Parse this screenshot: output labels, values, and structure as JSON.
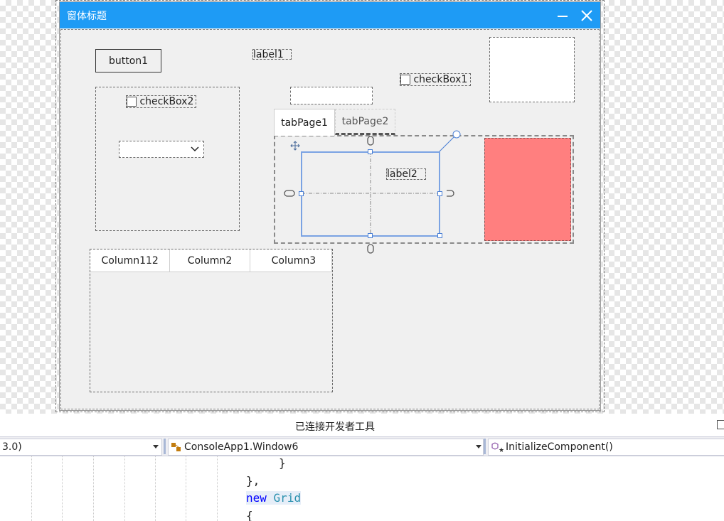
{
  "window": {
    "title": "窗体标题",
    "minimize_glyph": "—",
    "close_glyph": "✕"
  },
  "controls": {
    "button1": "button1",
    "label1": "label1",
    "checkbox1": "checkBox1",
    "checkbox2": "checkBox2",
    "label2": "label2"
  },
  "tabs": [
    {
      "label": "tabPage1",
      "selected": true
    },
    {
      "label": "tabPage2",
      "selected": false
    }
  ],
  "grid": {
    "columns": [
      "Column112",
      "Column2",
      "Column3"
    ]
  },
  "colors": {
    "titlebar": "#1e9bf5",
    "panel_fill": "#ff7f7f",
    "selection": "#4a7fd4"
  },
  "status": {
    "text": "已连接开发者工具"
  },
  "navbar": {
    "project": "3.0)",
    "class": "ConsoleApp1.Window6",
    "member": "InitializeComponent()"
  },
  "code": {
    "line1": "}",
    "line2": "},",
    "line3_keyword": "new",
    "line3_type": "Grid",
    "line4": "{"
  }
}
